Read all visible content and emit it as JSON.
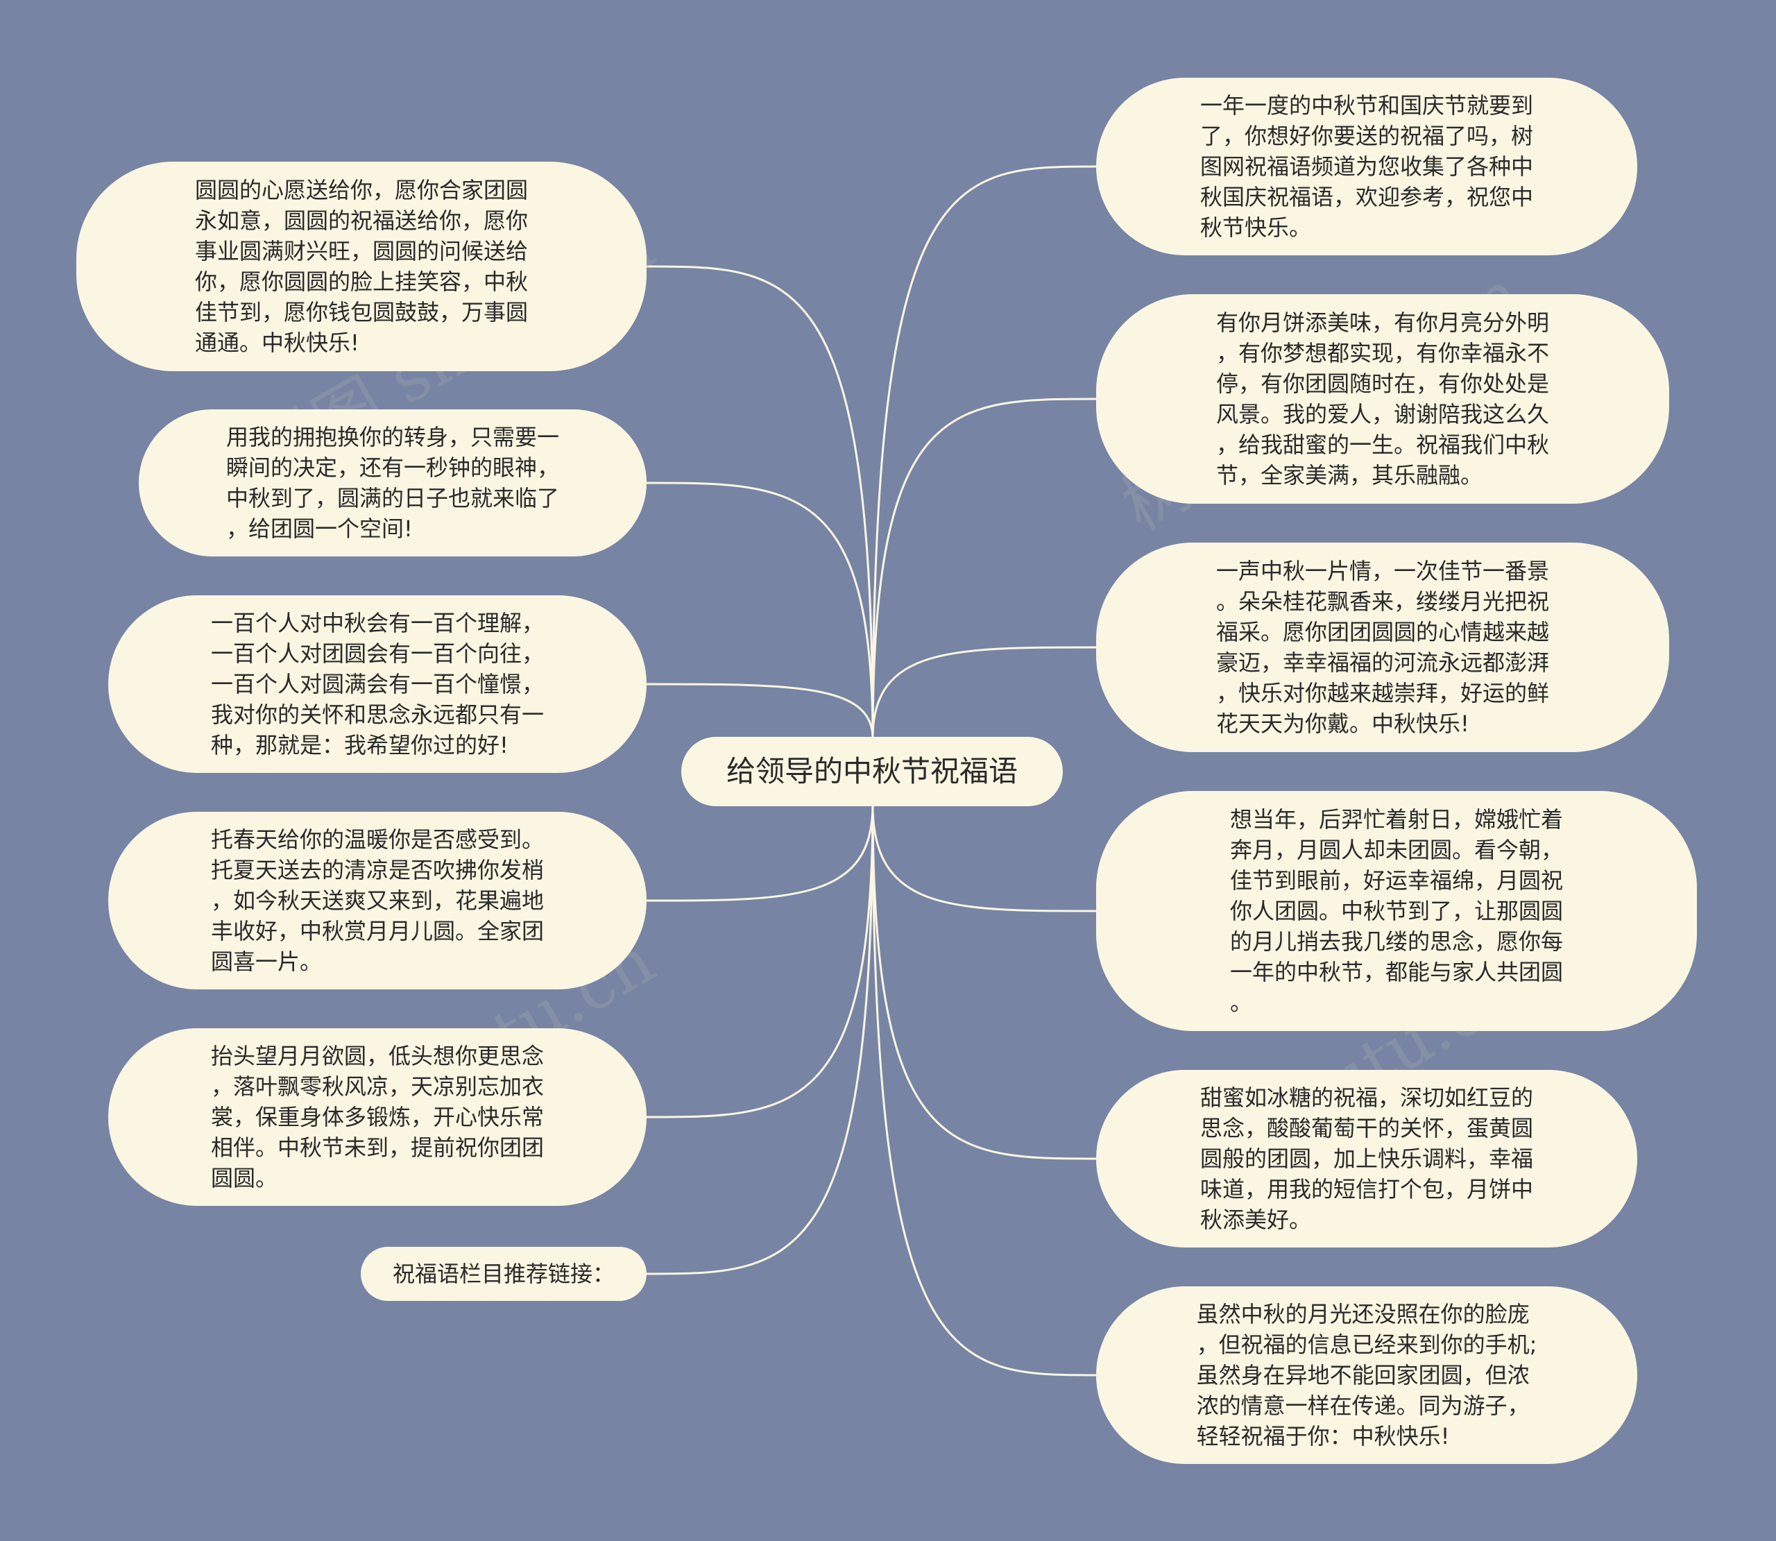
{
  "colors": {
    "background": "#7784a3",
    "node_fill": "#fbf6e2",
    "line": "#fbf6e2",
    "text": "#2a2a2a"
  },
  "center": {
    "label": "给领导的中秋节祝福语"
  },
  "left_nodes": [
    {
      "text": "圆圆的心愿送给你，愿你合家团圆\n永如意，圆圆的祝福送给你，愿你\n事业圆满财兴旺，圆圆的问候送给\n你，愿你圆圆的脸上挂笑容，中秋\n佳节到，愿你钱包圆鼓鼓，万事圆\n通通。中秋快乐!"
    },
    {
      "text": "用我的拥抱换你的转身，只需要一\n瞬间的决定，还有一秒钟的眼神，\n中秋到了，圆满的日子也就来临了\n，给团圆一个空间!"
    },
    {
      "text": "一百个人对中秋会有一百个理解，\n一百个人对团圆会有一百个向往，\n一百个人对圆满会有一百个憧憬，\n我对你的关怀和思念永远都只有一\n种，那就是：我希望你过的好!"
    },
    {
      "text": "托春天给你的温暖你是否感受到。\n托夏天送去的清凉是否吹拂你发梢\n，如今秋天送爽又来到，花果遍地\n丰收好，中秋赏月月儿圆。全家团\n圆喜一片。"
    },
    {
      "text": "抬头望月月欲圆，低头想你更思念\n，落叶飘零秋风凉，天凉别忘加衣\n裳，保重身体多锻炼，开心快乐常\n相伴。中秋节未到，提前祝你团团\n圆圆。"
    },
    {
      "text": "祝福语栏目推荐链接："
    }
  ],
  "right_nodes": [
    {
      "text": "一年一度的中秋节和国庆节就要到\n了，你想好你要送的祝福了吗，树\n图网祝福语频道为您收集了各种中\n秋国庆祝福语，欢迎参考，祝您中\n秋节快乐。"
    },
    {
      "text": "有你月饼添美味，有你月亮分外明\n，有你梦想都实现，有你幸福永不\n停，有你团圆随时在，有你处处是\n风景。我的爱人，谢谢陪我这么久\n，给我甜蜜的一生。祝福我们中秋\n节，全家美满，其乐融融。"
    },
    {
      "text": "一声中秋一片情，一次佳节一番景\n。朵朵桂花飘香来，缕缕月光把祝\n福采。愿你团团圆圆的心情越来越\n豪迈，幸幸福福的河流永远都澎湃\n，快乐对你越来越崇拜，好运的鲜\n花天天为你戴。中秋快乐!"
    },
    {
      "text": "想当年，后羿忙着射日，嫦娥忙着\n奔月，月圆人却未团圆。看今朝，\n佳节到眼前，好运幸福绵，月圆祝\n你人团圆。中秋节到了，让那圆圆\n的月儿捎去我几缕的思念，愿你每\n一年的中秋节，都能与家人共团圆\n。"
    },
    {
      "text": "甜蜜如冰糖的祝福，深切如红豆的\n思念，酸酸葡萄干的关怀，蛋黄圆\n圆般的团圆，加上快乐调料，幸福\n味道，用我的短信打个包，月饼中\n秋添美好。"
    },
    {
      "text": "虽然中秋的月光还没照在你的脸庞\n，但祝福的信息已经来到你的手机;\n虽然身在异地不能回家团圆，但浓\n浓的情意一样在传递。同为游子，\n轻轻祝福于你：中秋快乐!"
    }
  ],
  "watermark": "树图 shutu.cn"
}
